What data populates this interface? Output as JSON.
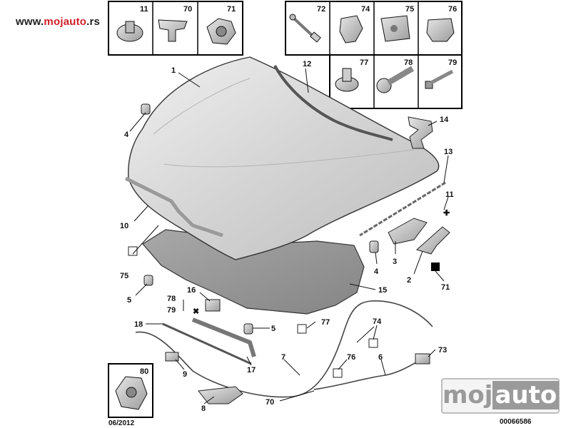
{
  "watermark": {
    "prefix": "www.",
    "brand": "mojauto",
    "suffix": ".rs"
  },
  "footer": {
    "date": "06/2012",
    "code": "00066586"
  },
  "logo": {
    "left": "moj",
    "right": "auto"
  },
  "part_boxes": [
    "11",
    "70",
    "71",
    "72",
    "74",
    "75",
    "76",
    "77",
    "78",
    "79",
    "80"
  ],
  "callouts": [
    "1",
    "2",
    "3",
    "4",
    "5",
    "6",
    "7",
    "8",
    "9",
    "10",
    "11",
    "12",
    "13",
    "14",
    "15",
    "16",
    "17",
    "18",
    "70",
    "71",
    "73",
    "74",
    "75",
    "76",
    "77",
    "78",
    "79"
  ],
  "colors": {
    "part": "#d2d2d2",
    "part_dark": "#8e8e8e",
    "outline": "#111111",
    "box_border": "#000000"
  }
}
